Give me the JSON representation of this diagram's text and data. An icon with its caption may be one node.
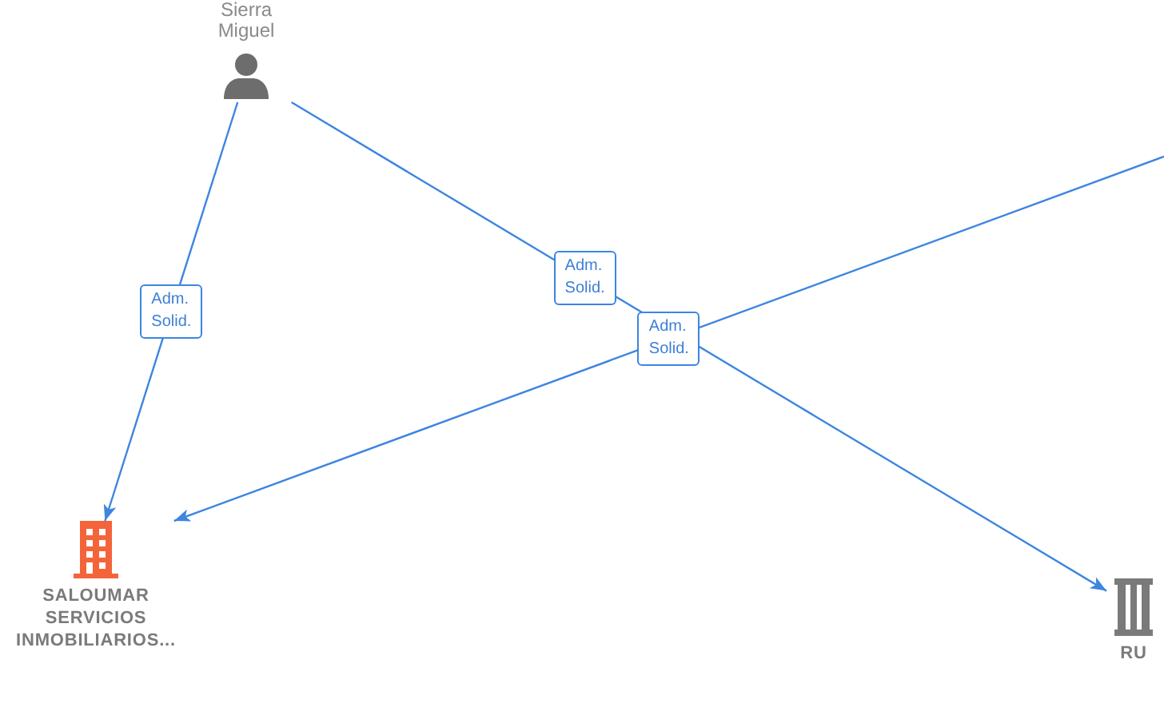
{
  "diagram": {
    "nodes": [
      {
        "text": [
          "Sierra Miguel"
        ]
      },
      {
        "text": [
          "SALOUMAR SERVICIOS INMOBILIARIOS..."
        ]
      },
      {
        "text": [
          "RU"
        ]
      }
    ],
    "edges": [
      {
        "from": 0,
        "to": 1,
        "arrow": "to",
        "label": "Adm. Solid."
      },
      {
        "from": 0,
        "to": 2,
        "arrow": "to",
        "label": "Adm. Solid."
      },
      {
        "from": null,
        "to": 1,
        "arrow": "to",
        "label": "Adm. Solid."
      }
    ]
  }
}
